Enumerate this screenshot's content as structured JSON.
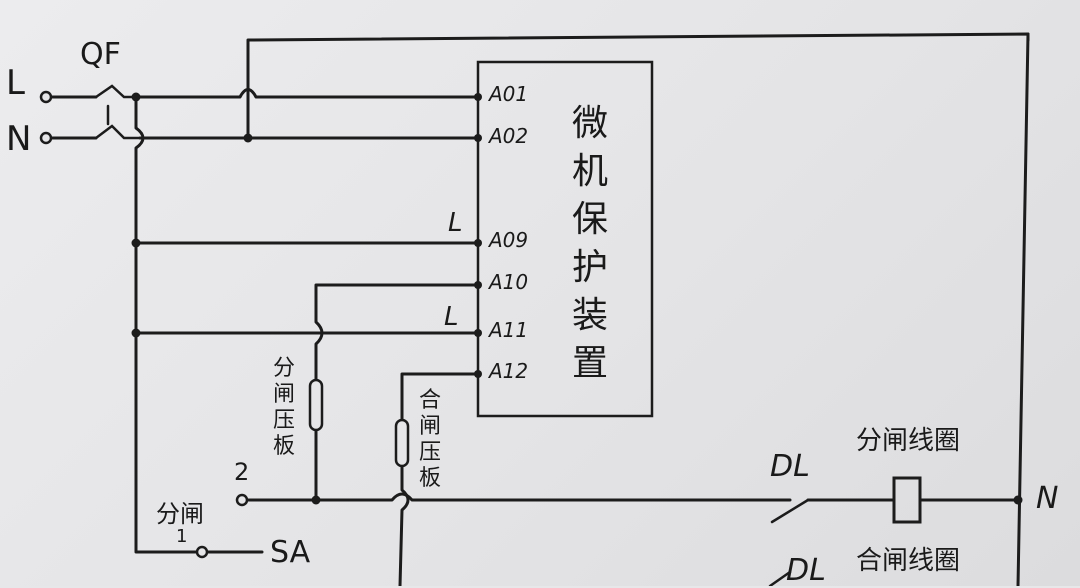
{
  "terminals": {
    "line": "L",
    "neutral": "N",
    "breaker": "QF",
    "neutral_right": "N"
  },
  "device": {
    "name_chars": [
      "微",
      "机",
      "保",
      "护",
      "装",
      "置"
    ],
    "pins": [
      "A01",
      "A02",
      "A09",
      "A10",
      "A11",
      "A12"
    ],
    "pin_side_labels": [
      "L",
      "L"
    ]
  },
  "pressure_plates": {
    "trip": [
      "分",
      "闸",
      "压",
      "板"
    ],
    "close": [
      "合",
      "闸",
      "压",
      "板"
    ]
  },
  "switch": {
    "name": "SA",
    "trip_label": "分闸",
    "num_1": "1",
    "num_2": "2"
  },
  "breaker_contacts": {
    "dl_top": "DL",
    "dl_bottom": "DL",
    "trip_coil": "分闸线圈",
    "close_coil": "合闸线圈"
  },
  "colors": {
    "ink": "#1c1c1c",
    "paper": "#e7e7e9"
  }
}
